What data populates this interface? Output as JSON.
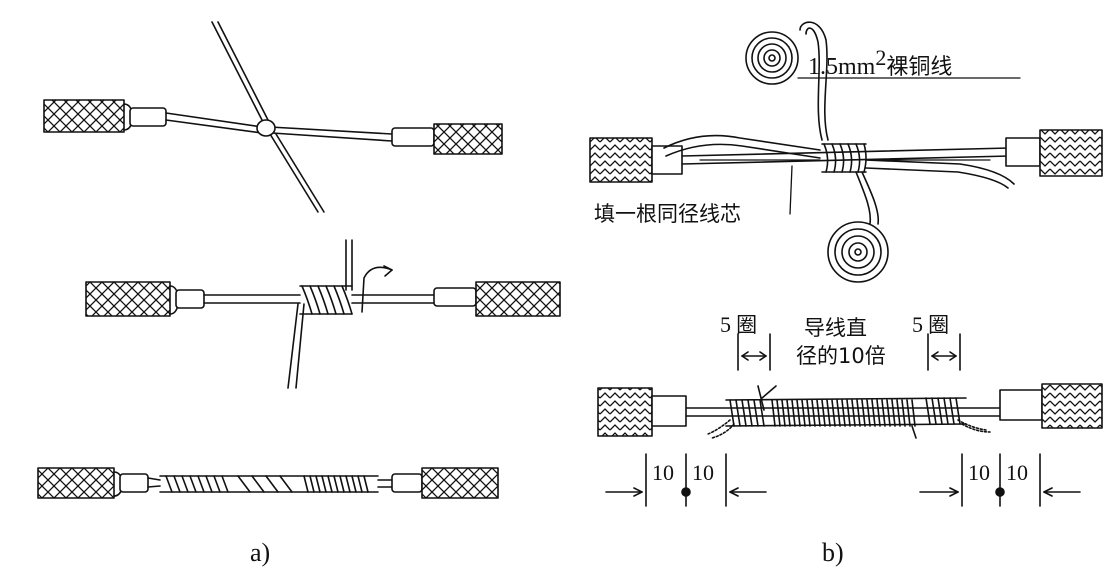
{
  "figure": {
    "panel_a": {
      "caption": "a)"
    },
    "panel_b": {
      "caption": "b)",
      "bare_copper_wire": {
        "prefix": "1.5mm",
        "sup": "2",
        "suffix": "裸铜线"
      },
      "filler_core": "填一根同径线芯",
      "turns_left": {
        "count": "5",
        "unit": "圈"
      },
      "turns_right": {
        "count": "5",
        "unit": "圈"
      },
      "wrap_length_line1": "导线直",
      "wrap_length_line2": "径的10倍",
      "dim_left": [
        "10",
        "10"
      ],
      "dim_right": [
        "10",
        "10"
      ]
    }
  }
}
